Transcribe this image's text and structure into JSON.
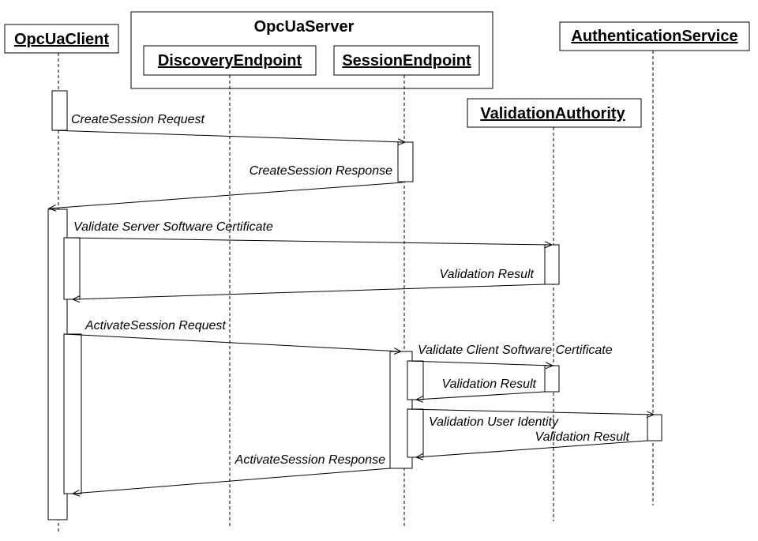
{
  "server_group": {
    "title": "OpcUaServer"
  },
  "participants": {
    "client": "OpcUaClient",
    "discovery": "DiscoveryEndpoint",
    "session": "SessionEndpoint",
    "validation": "ValidationAuthority",
    "auth": "AuthenticationService"
  },
  "messages": {
    "create_request": "CreateSession Request",
    "create_response": "CreateSession Response",
    "validate_server_cert": "Validate Server Software Certificate",
    "validation_result_1": "Validation Result",
    "activate_request": "ActivateSession Request",
    "validate_client_cert": "Validate Client Software Certificate",
    "validation_result_2": "Validation Result",
    "validate_user_identity": "Validation User Identity",
    "validation_result_3": "Validation Result",
    "activate_response": "ActivateSession Response"
  }
}
